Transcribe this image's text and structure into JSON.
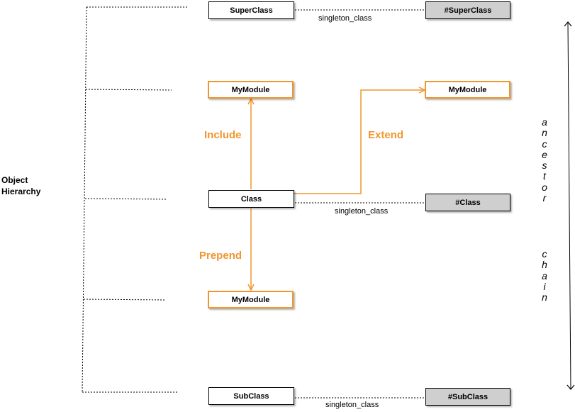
{
  "hierarchy_label": [
    "Object",
    "Hierarchy"
  ],
  "boxes": {
    "superclass": "SuperClass",
    "mymodule_included": "MyModule",
    "class": "Class",
    "mymodule_prepended": "MyModule",
    "subclass": "SubClass",
    "mymodule_extended": "MyModule",
    "singleton_superclass": "#SuperClass",
    "singleton_class": "#Class",
    "singleton_subclass": "#SubClass"
  },
  "relations": {
    "include": "Include",
    "extend": "Extend",
    "prepend": "Prepend"
  },
  "singleton_link_label": "singleton_class",
  "ancestor_chain": {
    "word1": [
      "a",
      "n",
      "c",
      "e",
      "s",
      "t",
      "o",
      "r"
    ],
    "word2": [
      "c",
      "h",
      "a",
      "i",
      "n"
    ]
  },
  "colors": {
    "module_accent": "#f0962e",
    "singleton_fill": "#cfcfcf",
    "line": "#000000"
  }
}
